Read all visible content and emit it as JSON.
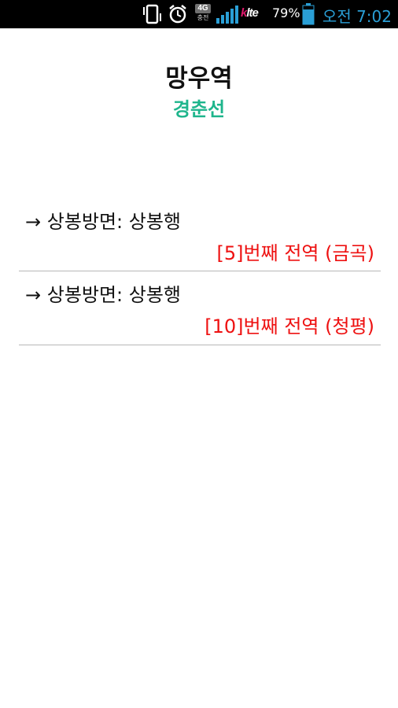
{
  "status_bar": {
    "network_label": "4G",
    "network_sub": "충전",
    "lte_prefix": "k",
    "lte_label": "lte",
    "battery_percent": "79%",
    "battery_level": 0.79,
    "time": "오전 7:02",
    "time_color": "#2a9fd6",
    "icons": [
      "vibrate-icon",
      "alarm-icon",
      "network-4g-icon",
      "signal-icon",
      "lte-icon",
      "battery-icon"
    ]
  },
  "header": {
    "station_name": "망우역",
    "line_name": "경춘선",
    "line_color": "#1eb58c"
  },
  "arrivals": [
    {
      "direction": "→ 상봉방면: 상봉행",
      "info": "[5]번째 전역 (금곡)"
    },
    {
      "direction": "→ 상봉방면: 상봉행",
      "info": "[10]번째 전역 (청평)"
    }
  ],
  "colors": {
    "arrival_info": "#ee1111",
    "divider": "#b8b8b8"
  }
}
